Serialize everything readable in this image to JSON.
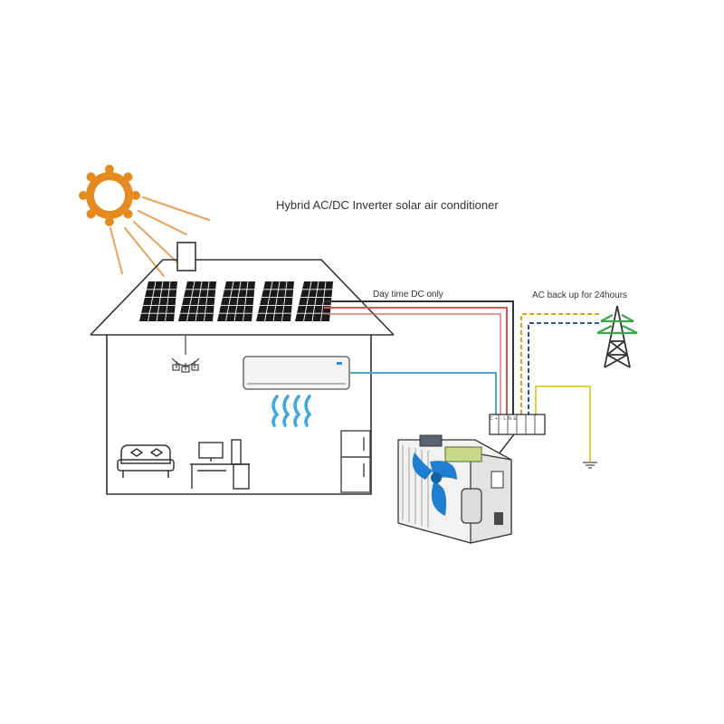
{
  "title": "Hybrid AC/DC Inverter solar air conditioner",
  "labels": {
    "dc": "Day time DC only",
    "ac": "AC back up for 24hours",
    "terminals": "C + - L N E"
  },
  "colors": {
    "sun": "#e58a1f",
    "sun_rays": "#e9a25a",
    "dc_positive": "#d9534f",
    "dc_negative": "#333333",
    "ac_live": "#d9a521",
    "ac_neutral": "#2b4fa8",
    "signal": "#4aa8c8",
    "ground": "#e2d23a",
    "pylon_green": "#3aa84a",
    "fan_blue": "#1e7fd1",
    "panel": "#1a1a1a"
  },
  "icons": [
    "sun-icon",
    "solar-panel-icon",
    "chandelier-icon",
    "indoor-ac-unit-icon",
    "sofa-icon",
    "desk-computer-icon",
    "refrigerator-icon",
    "outdoor-unit-icon",
    "electric-pylon-icon",
    "ground-symbol-icon",
    "terminal-block-icon"
  ]
}
